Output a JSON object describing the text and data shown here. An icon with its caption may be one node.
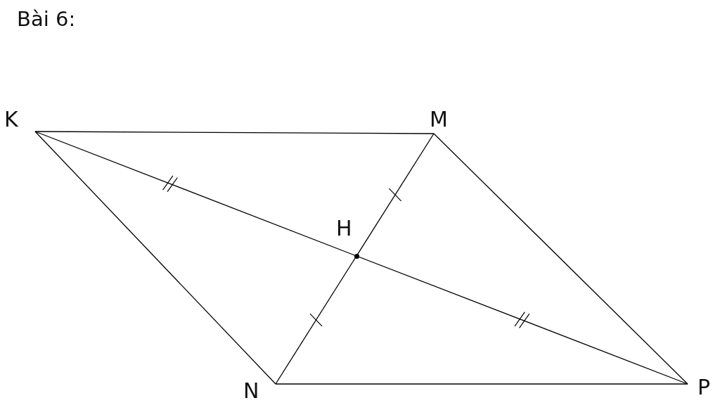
{
  "diagram": {
    "title": "Bài 6:",
    "nodes": [
      {
        "text": [
          "K"
        ]
      },
      {
        "text": [
          "M"
        ]
      },
      {
        "text": [
          "H"
        ]
      },
      {
        "text": [
          "N"
        ]
      },
      {
        "text": [
          "P"
        ]
      }
    ],
    "edges": [
      {
        "from": 0,
        "to": 1,
        "arrow": "none"
      },
      {
        "from": 1,
        "to": 4,
        "arrow": "none"
      },
      {
        "from": 3,
        "to": 4,
        "arrow": "none"
      },
      {
        "from": 0,
        "to": 3,
        "arrow": "none"
      },
      {
        "from": 0,
        "to": 2,
        "arrow": "none"
      },
      {
        "from": 2,
        "to": 4,
        "arrow": "none"
      },
      {
        "from": 1,
        "to": 2,
        "arrow": "none"
      },
      {
        "from": 2,
        "to": 3,
        "arrow": "none"
      }
    ]
  }
}
